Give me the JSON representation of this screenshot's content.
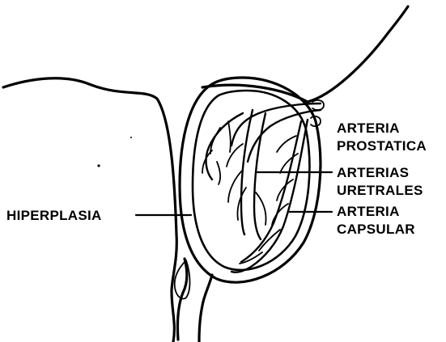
{
  "labels": {
    "arteria_prostatica_line1": "ARTERIA",
    "arteria_prostatica_line2": "PROSTATICA",
    "arterias_uretrales_line1": "ARTERIAS",
    "arterias_uretrales_line2": "URETRALES",
    "arteria_capsular_line1": "ARTERIA",
    "arteria_capsular_line2": "CAPSULAR",
    "hiperplasia": "HIPERPLASIA"
  },
  "colors": {
    "ink": "#000000",
    "background": "#ffffff"
  }
}
